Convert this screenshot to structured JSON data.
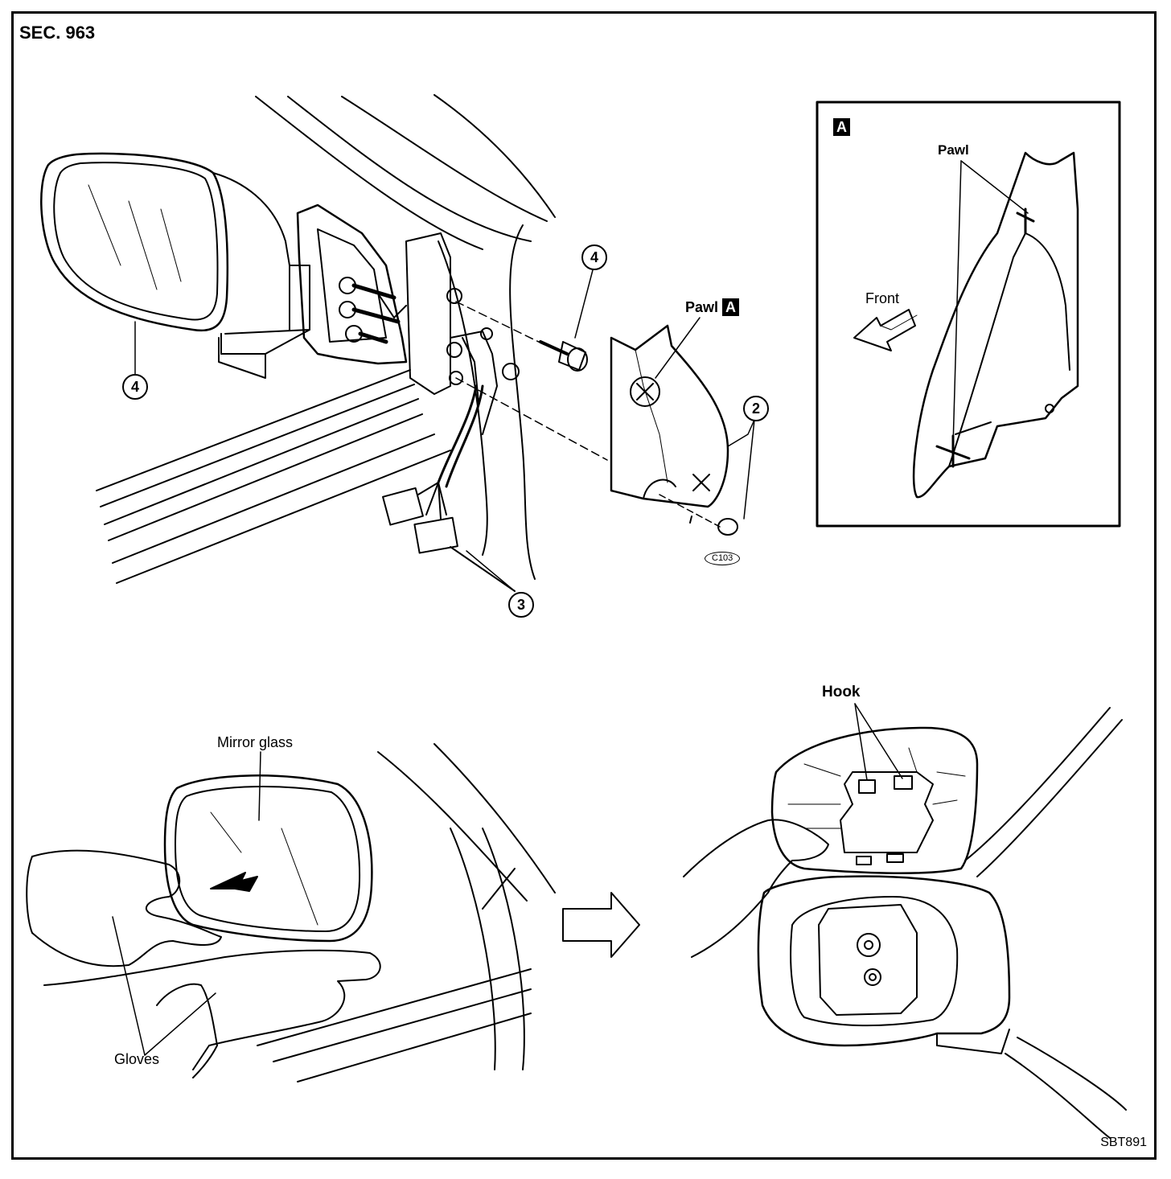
{
  "header": {
    "section": "SEC. 963"
  },
  "footer": {
    "reference_code": "SBT891"
  },
  "callouts": {
    "mirror_assembly": "4",
    "bolt": "4",
    "cover": "2",
    "connector": "3",
    "cover_marker": "A"
  },
  "labels": {
    "pawl_main": "Pawl",
    "clip_code": "C103",
    "mirror_glass": "Mirror glass",
    "gloves": "Gloves",
    "hook": "Hook"
  },
  "detail_view": {
    "marker": "A",
    "pawl": "Pawl",
    "front": "Front"
  }
}
